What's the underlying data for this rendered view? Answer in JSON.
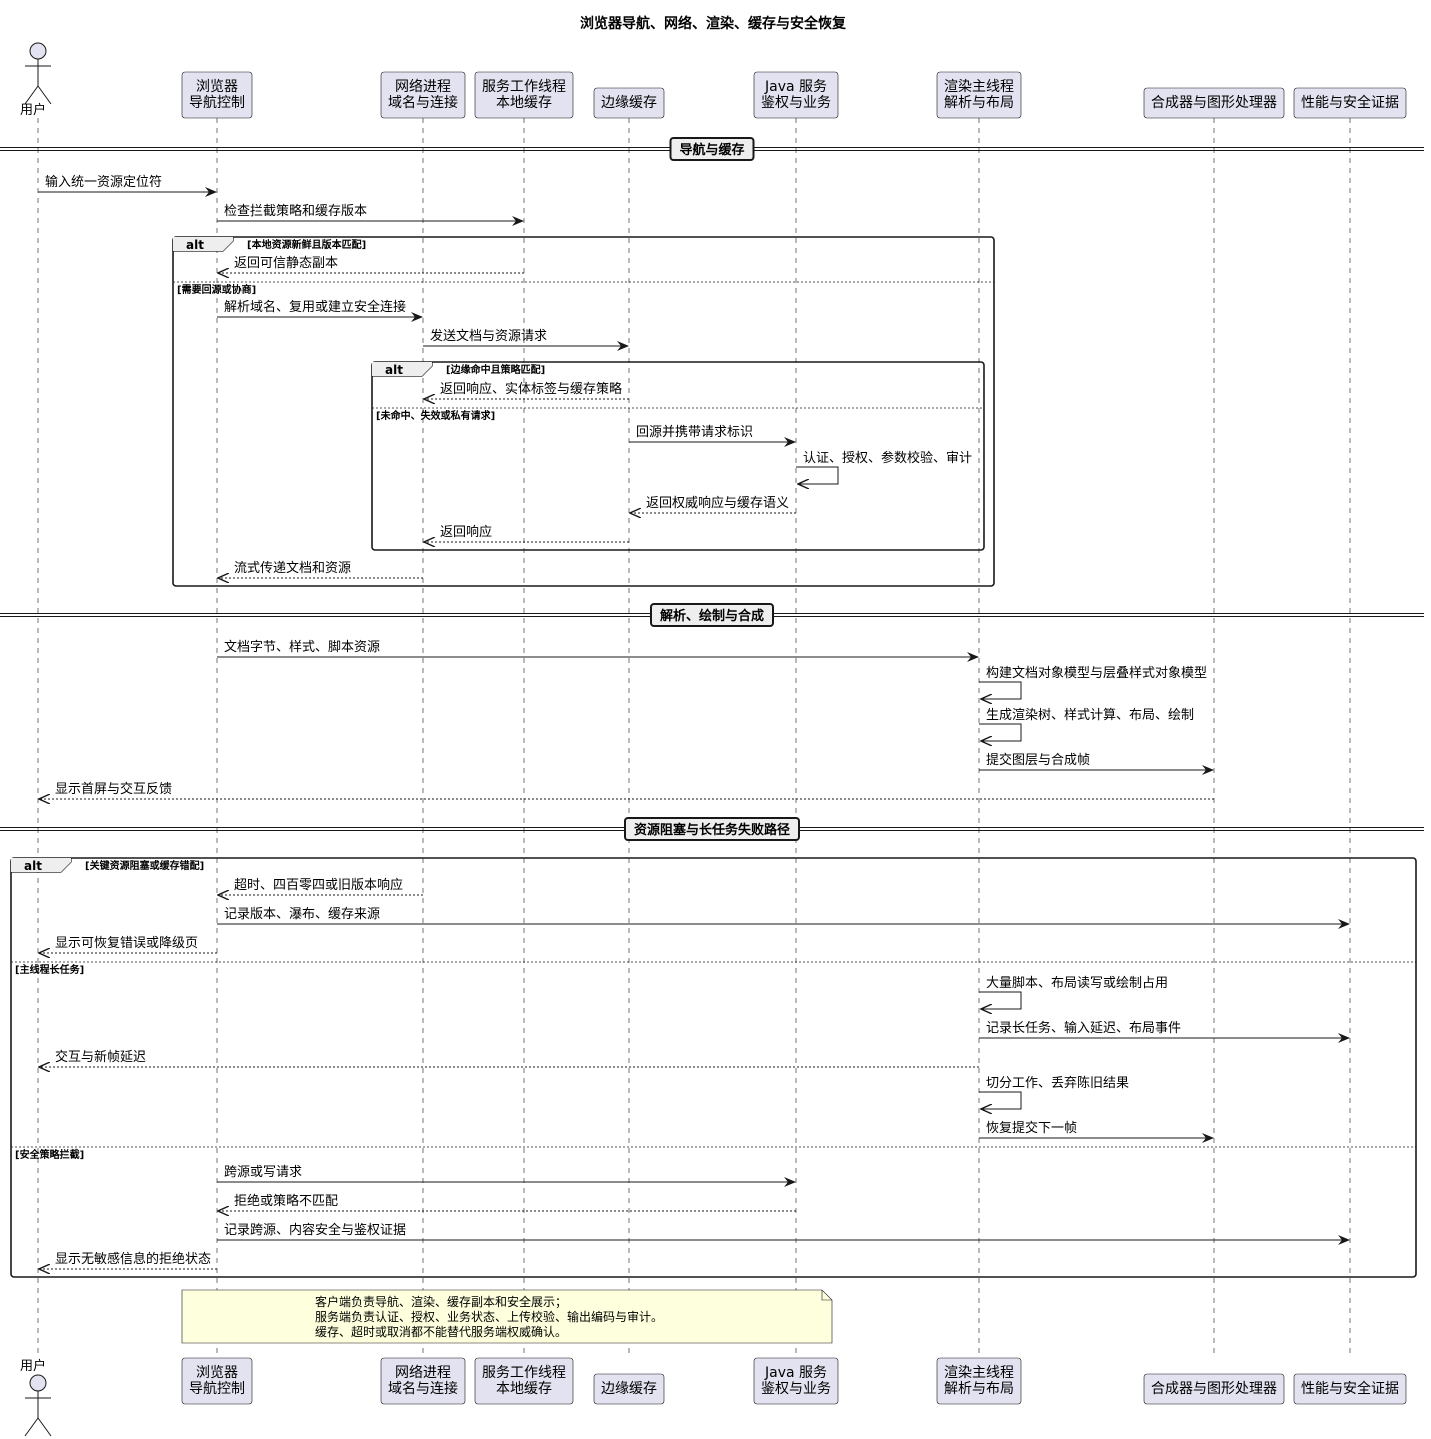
{
  "title": "浏览器导航、网络、渲染、缓存与安全恢复",
  "participants": [
    {
      "id": "user",
      "type": "actor",
      "label": "用户"
    },
    {
      "id": "browser",
      "type": "box",
      "label": "浏览器\n导航控制"
    },
    {
      "id": "network",
      "type": "box",
      "label": "网络进程\n域名与连接"
    },
    {
      "id": "sw",
      "type": "box",
      "label": "服务工作线程\n本地缓存"
    },
    {
      "id": "edge",
      "type": "box",
      "label": "边缘缓存"
    },
    {
      "id": "java",
      "type": "box",
      "label": "Java 服务\n鉴权与业务"
    },
    {
      "id": "renderer",
      "type": "box",
      "label": "渲染主线程\n解析与布局"
    },
    {
      "id": "compositor",
      "type": "box",
      "label": "合成器与图形处理器"
    },
    {
      "id": "evidence",
      "type": "box",
      "label": "性能与安全证据"
    }
  ],
  "dividers": [
    "导航与缓存",
    "解析、绘制与合成",
    "资源阻塞与长任务失败路径"
  ],
  "alt_keyword": "alt",
  "alt_frames": [
    {
      "guard": "[本地资源新鲜且版本匹配]",
      "else_guards": [
        "[需要回源或协商]"
      ]
    },
    {
      "guard": "[边缘命中且策略匹配]",
      "else_guards": [
        "[未命中、失效或私有请求]"
      ]
    },
    {
      "guard": "[关键资源阻塞或缓存错配]",
      "else_guards": [
        "[主线程长任务]",
        "[安全策略拦截]"
      ]
    }
  ],
  "messages": [
    {
      "from": "user",
      "to": "browser",
      "label": "输入统一资源定位符",
      "kind": "sync"
    },
    {
      "from": "browser",
      "to": "sw",
      "label": "检查拦截策略和缓存版本",
      "kind": "sync"
    },
    {
      "from": "sw",
      "to": "browser",
      "label": "返回可信静态副本",
      "kind": "reply"
    },
    {
      "from": "browser",
      "to": "network",
      "label": "解析域名、复用或建立安全连接",
      "kind": "sync"
    },
    {
      "from": "network",
      "to": "edge",
      "label": "发送文档与资源请求",
      "kind": "sync"
    },
    {
      "from": "edge",
      "to": "network",
      "label": "返回响应、实体标签与缓存策略",
      "kind": "reply"
    },
    {
      "from": "edge",
      "to": "java",
      "label": "回源并携带请求标识",
      "kind": "sync"
    },
    {
      "from": "java",
      "to": "java",
      "label": "认证、授权、参数校验、审计",
      "kind": "self"
    },
    {
      "from": "java",
      "to": "edge",
      "label": "返回权威响应与缓存语义",
      "kind": "reply"
    },
    {
      "from": "edge",
      "to": "network",
      "label": "返回响应",
      "kind": "reply"
    },
    {
      "from": "network",
      "to": "browser",
      "label": "流式传递文档和资源",
      "kind": "reply"
    },
    {
      "from": "browser",
      "to": "renderer",
      "label": "文档字节、样式、脚本资源",
      "kind": "sync"
    },
    {
      "from": "renderer",
      "to": "renderer",
      "label": "构建文档对象模型与层叠样式对象模型",
      "kind": "self"
    },
    {
      "from": "renderer",
      "to": "renderer",
      "label": "生成渲染树、样式计算、布局、绘制",
      "kind": "self"
    },
    {
      "from": "renderer",
      "to": "compositor",
      "label": "提交图层与合成帧",
      "kind": "sync"
    },
    {
      "from": "compositor",
      "to": "user",
      "label": "显示首屏与交互反馈",
      "kind": "reply"
    },
    {
      "from": "network",
      "to": "browser",
      "label": "超时、四百零四或旧版本响应",
      "kind": "reply"
    },
    {
      "from": "browser",
      "to": "evidence",
      "label": "记录版本、瀑布、缓存来源",
      "kind": "sync"
    },
    {
      "from": "browser",
      "to": "user",
      "label": "显示可恢复错误或降级页",
      "kind": "reply"
    },
    {
      "from": "renderer",
      "to": "renderer",
      "label": "大量脚本、布局读写或绘制占用",
      "kind": "self"
    },
    {
      "from": "renderer",
      "to": "evidence",
      "label": "记录长任务、输入延迟、布局事件",
      "kind": "sync"
    },
    {
      "from": "renderer",
      "to": "user",
      "label": "交互与新帧延迟",
      "kind": "reply"
    },
    {
      "from": "renderer",
      "to": "renderer",
      "label": "切分工作、丢弃陈旧结果",
      "kind": "self"
    },
    {
      "from": "renderer",
      "to": "compositor",
      "label": "恢复提交下一帧",
      "kind": "sync"
    },
    {
      "from": "browser",
      "to": "java",
      "label": "跨源或写请求",
      "kind": "sync"
    },
    {
      "from": "java",
      "to": "browser",
      "label": "拒绝或策略不匹配",
      "kind": "reply"
    },
    {
      "from": "browser",
      "to": "evidence",
      "label": "记录跨源、内容安全与鉴权证据",
      "kind": "sync"
    },
    {
      "from": "browser",
      "to": "user",
      "label": "显示无敏感信息的拒绝状态",
      "kind": "reply"
    }
  ],
  "note": {
    "lines": [
      "客户端负责导航、渲染、缓存副本和安全展示；",
      "服务端负责认证、授权、业务状态、上传校验、输出编码与审计。",
      "缓存、超时或取消都不能替代服务端权威确认。"
    ]
  },
  "colors": {
    "participant_fill": "#E2E2F0",
    "participant_border": "#181818",
    "note_fill": "#FEFFDD",
    "line": "#181818"
  }
}
